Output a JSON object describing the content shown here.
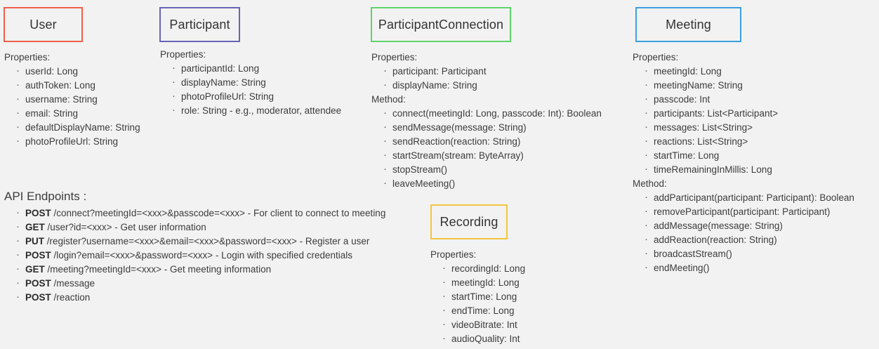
{
  "page": {
    "background_color": "#f2f2f2",
    "text_color": "#3c3c3c"
  },
  "entities": [
    {
      "id": "user",
      "title": "User",
      "border_color": "#ee5f4a",
      "properties_label": "Properties:",
      "properties": [
        "userId: Long",
        "authToken: Long",
        "username: String",
        "email: String",
        "defaultDisplayName: String",
        "photoProfileUrl: String"
      ],
      "methods_label": null,
      "methods": []
    },
    {
      "id": "participant",
      "title": "Participant",
      "border_color": "#6b63b5",
      "properties_label": "Properties:",
      "properties": [
        "participantId: Long",
        "displayName: String",
        "photoProfileUrl: String",
        "role: String - e.g., moderator, attendee"
      ],
      "methods_label": null,
      "methods": []
    },
    {
      "id": "participant-connection",
      "title": "ParticipantConnection",
      "border_color": "#5fd36b",
      "properties_label": "Properties:",
      "properties": [
        "participant: Participant",
        "displayName: String"
      ],
      "methods_label": "Method:",
      "methods": [
        "connect(meetingId: Long, passcode: Int): Boolean",
        "sendMessage(message: String)",
        "sendReaction(reaction: String)",
        "startStream(stream: ByteArray)",
        "stopStream()",
        "leaveMeeting()"
      ]
    },
    {
      "id": "meeting",
      "title": "Meeting",
      "border_color": "#3d9fe0",
      "properties_label": "Properties:",
      "properties": [
        "meetingId: Long",
        "meetingName: String",
        "passcode: Int",
        "participants: List<Participant>",
        "messages: List<String>",
        "reactions: List<String>",
        "startTime: Long",
        "timeRemainingInMillis: Long"
      ],
      "methods_label": "Method:",
      "methods": [
        "addParticipant(participant: Participant): Boolean",
        "removeParticipant(participant: Participant)",
        "addMessage(message: String)",
        "addReaction(reaction: String)",
        "broadcastStream()",
        "endMeeting()"
      ]
    },
    {
      "id": "recording",
      "title": "Recording",
      "border_color": "#f2c640",
      "properties_label": "Properties:",
      "properties": [
        "recordingId: Long",
        "meetingId: Long",
        "startTime: Long",
        "endTime: Long",
        "videoBitrate: Int",
        "audioQuality: Int"
      ],
      "methods_label": null,
      "methods": []
    }
  ],
  "api": {
    "heading": "API Endpoints :",
    "endpoints": [
      {
        "verb": "POST",
        "path": "/connect?meetingId=<xxx>&passcode=<xxx>",
        "description": "- For client to connect to meeting"
      },
      {
        "verb": "GET",
        "path": "/user?id=<xxx>",
        "description": "- Get user information"
      },
      {
        "verb": "PUT",
        "path": "/register?username=<xxx>&email=<xxx>&password=<xxx>",
        "description": "- Register a user"
      },
      {
        "verb": "POST",
        "path": "/login?email=<xxx>&password=<xxx>",
        "description": "- Login with specified credentials"
      },
      {
        "verb": "GET",
        "path": "/meeting?meetingId=<xxx>",
        "description": "- Get meeting information"
      },
      {
        "verb": "POST",
        "path": "/message",
        "description": ""
      },
      {
        "verb": "POST",
        "path": "/reaction",
        "description": ""
      }
    ]
  }
}
